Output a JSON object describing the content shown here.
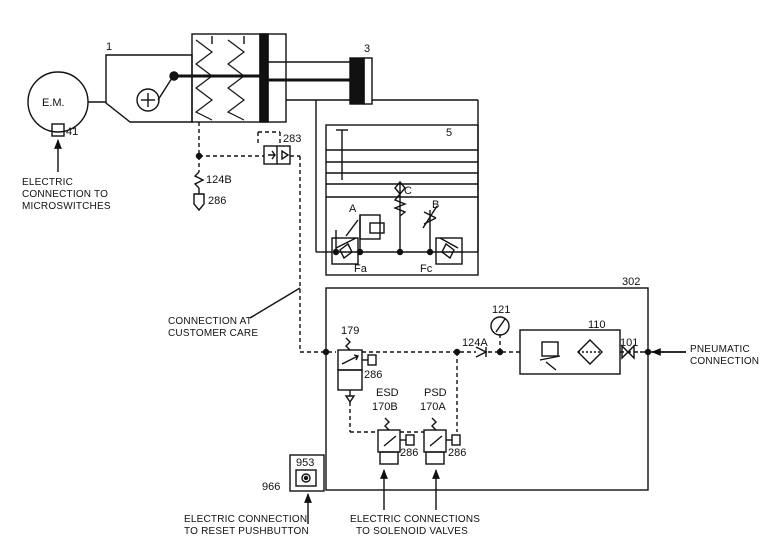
{
  "labels": {
    "em": "E.M.",
    "n41": "41",
    "n1": "1",
    "n3": "3",
    "n5": "5",
    "n283": "283",
    "n124b": "124B",
    "n286_top": "286",
    "fa": "Fa",
    "fc": "Fc",
    "a": "A",
    "b": "B",
    "c": "C",
    "n302": "302",
    "n179": "179",
    "n286_179": "286",
    "n121": "121",
    "n124a": "124A",
    "n110": "110",
    "n101": "101",
    "esd": "ESD",
    "n170b": "170B",
    "psd": "PSD",
    "n170a": "170A",
    "n286_esd": "286",
    "n286_psd": "286",
    "n953": "953",
    "n966": "966"
  },
  "notes": {
    "microswitch": [
      "ELECTRIC",
      "CONNECTION TO",
      "MICROSWITCHES"
    ],
    "customer_care": [
      "CONNECTION AT",
      "CUSTOMER CARE"
    ],
    "pneumatic": [
      "PNEUMATIC",
      "CONNECTION"
    ],
    "reset": [
      "ELECTRIC CONNECTION",
      "TO RESET PUSHBUTTON"
    ],
    "solenoid": [
      "ELECTRIC CONNECTIONS",
      "TO SOLENOID VALVES"
    ]
  }
}
